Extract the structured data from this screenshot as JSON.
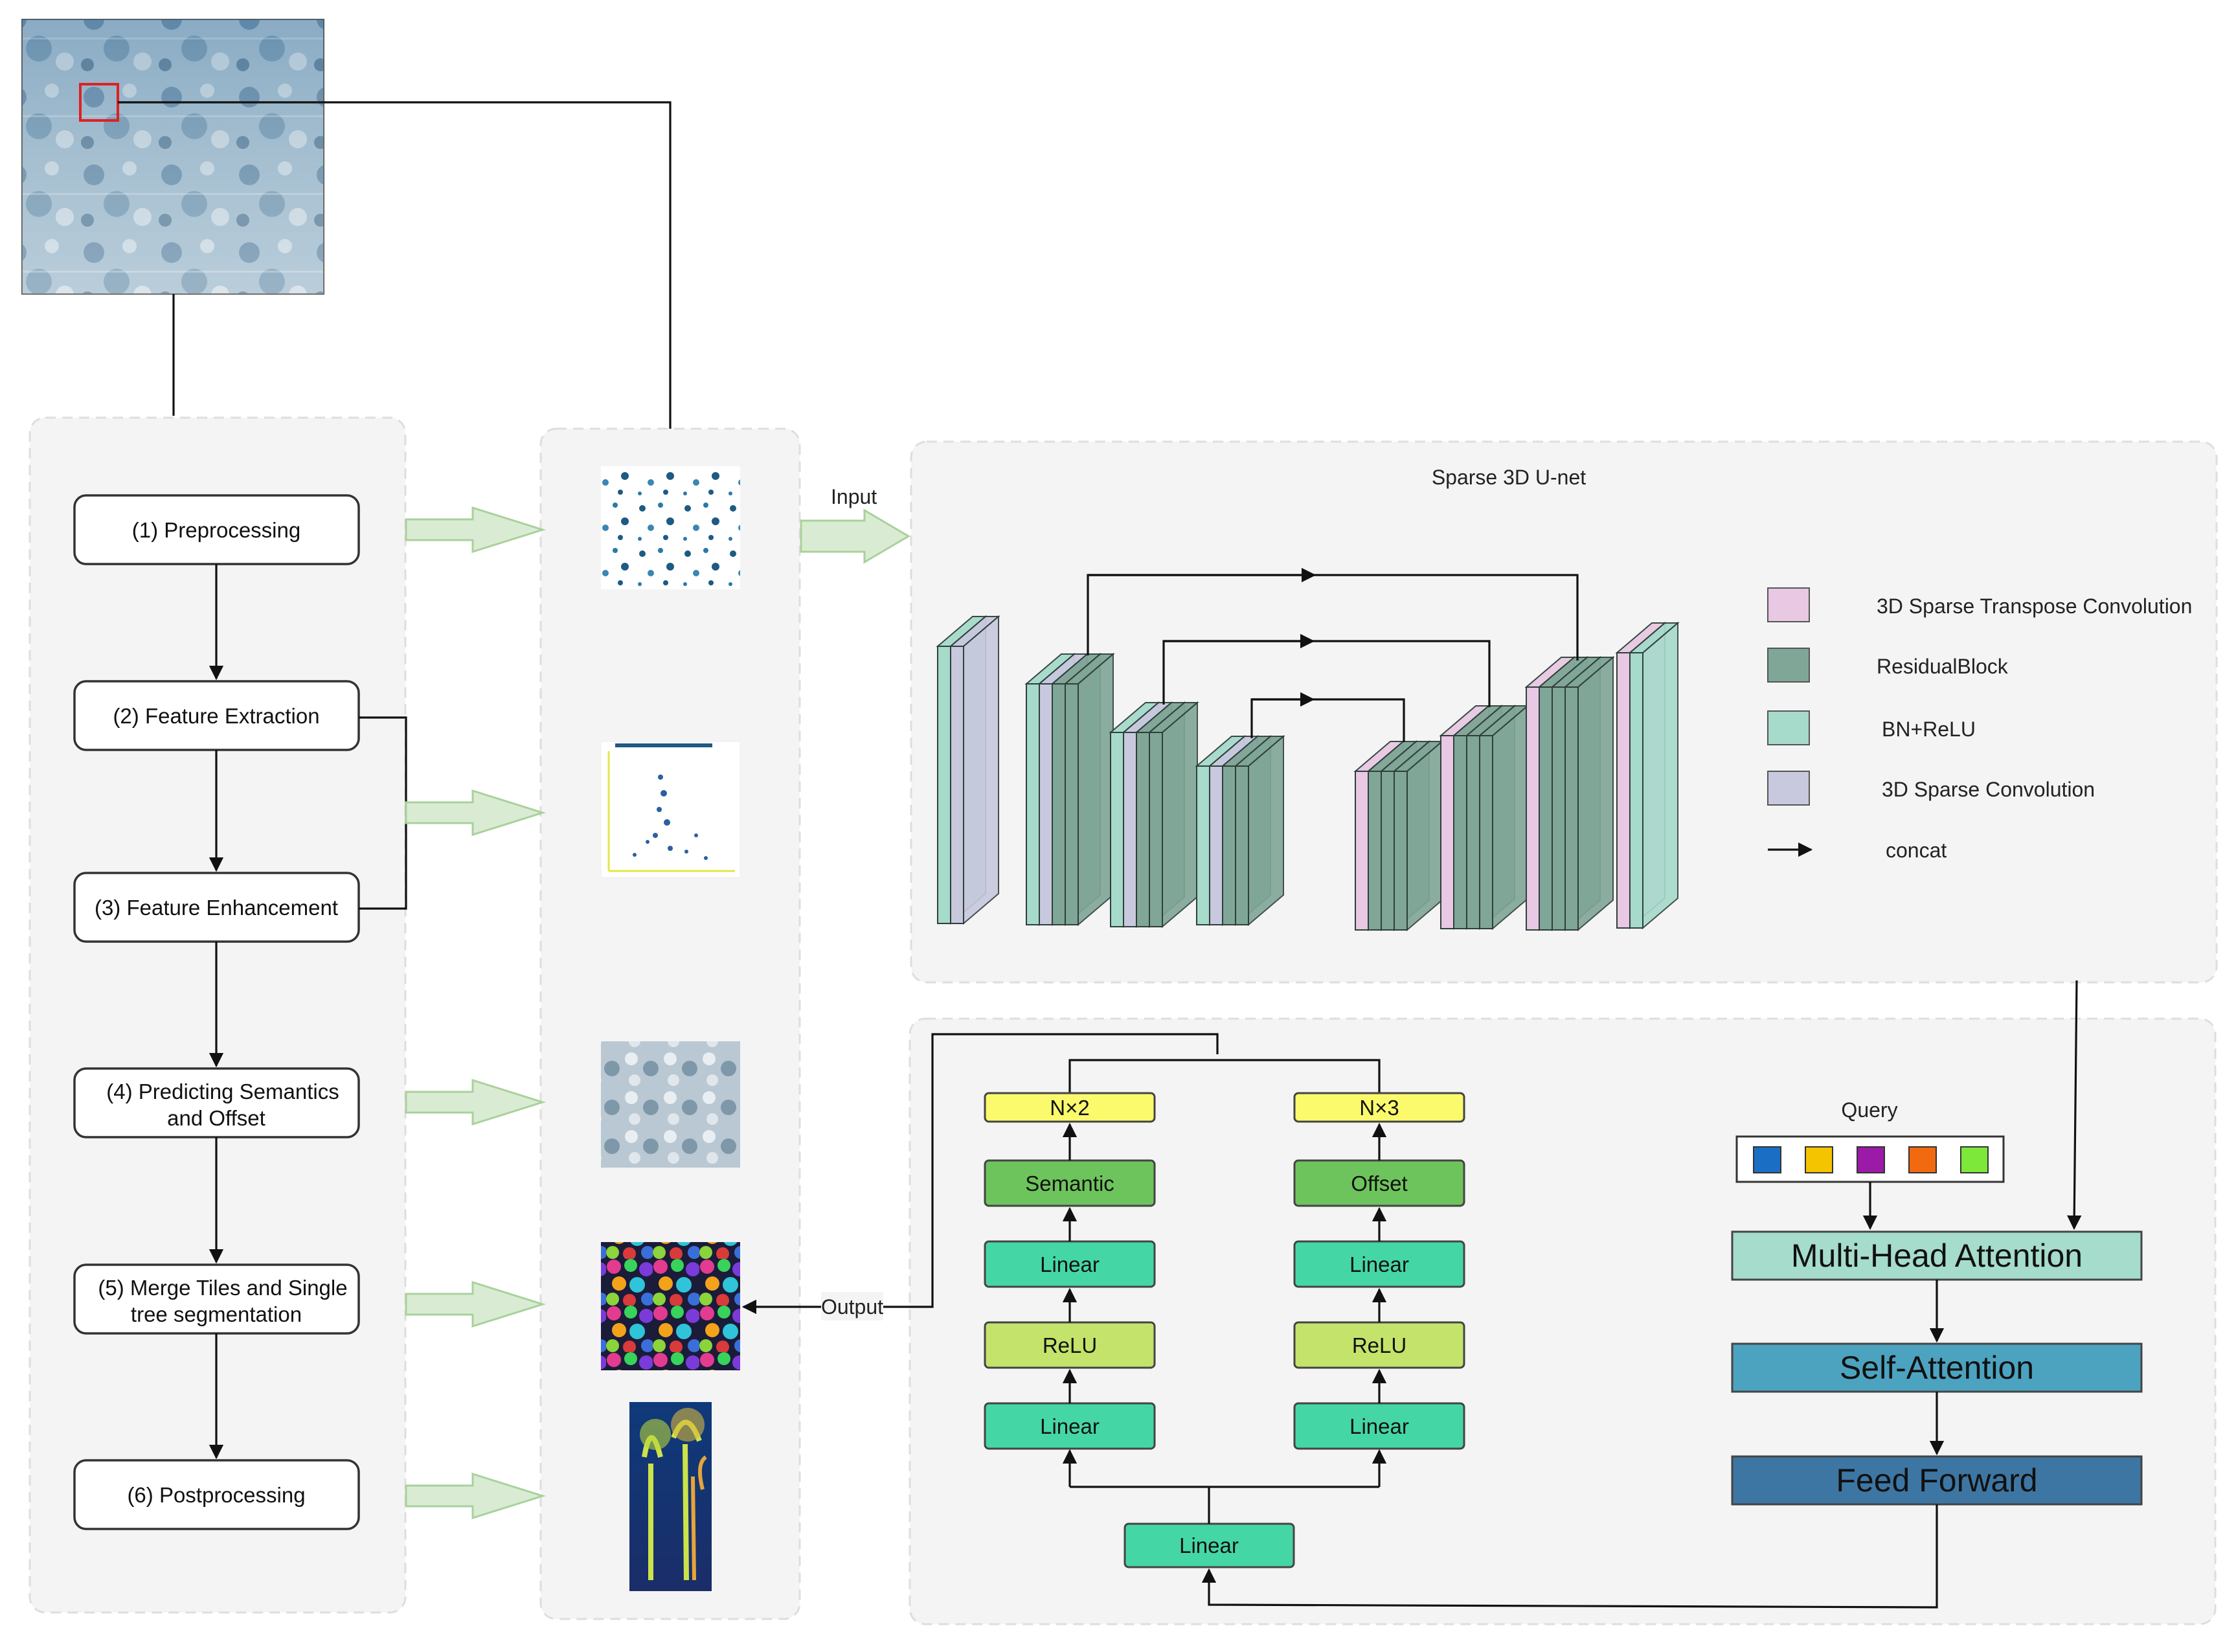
{
  "steps": [
    {
      "num": "(1)",
      "lines": [
        "Preprocessing"
      ]
    },
    {
      "num": "(2)",
      "lines": [
        "Feature Extraction"
      ]
    },
    {
      "num": "(3)",
      "lines": [
        "Feature Enhancement"
      ]
    },
    {
      "num": "(4)",
      "lines": [
        "Predicting Semantics",
        "and Offset"
      ]
    },
    {
      "num": "(5)",
      "lines": [
        "Merge Tiles and Single",
        "tree segmentation"
      ]
    },
    {
      "num": "(6)",
      "lines": [
        "Postprocessing"
      ]
    }
  ],
  "labels": {
    "input": "Input",
    "output": "Output",
    "unet_title": "Sparse 3D U-net",
    "query": "Query"
  },
  "legend": [
    {
      "label": "3D Sparse Transpose Convolution",
      "color": "#e8c8e2"
    },
    {
      "label": "ResidualBlock",
      "color": "#7fa697"
    },
    {
      "label": "BN+ReLU",
      "color": "#a6dacb"
    },
    {
      "label": "3D Sparse Convolution",
      "color": "#c8c8de"
    },
    {
      "label": "concat",
      "color": "#111111"
    }
  ],
  "heads": {
    "semantic": {
      "out": "N×2",
      "name": "Semantic",
      "relu": "ReLU",
      "linear": "Linear"
    },
    "offset": {
      "out": "N×3",
      "name": "Offset",
      "relu": "ReLU",
      "linear": "Linear"
    },
    "shared_linear": "Linear"
  },
  "attention": {
    "mha": "Multi-Head Attention",
    "self": "Self-Attention",
    "ff": "Feed Forward"
  },
  "query_colors": [
    "#1a6fc4",
    "#f5c400",
    "#9b1aa8",
    "#f26a10",
    "#7ee83a"
  ],
  "colors": {
    "yellow_box": "#fbfa6d",
    "semantic_green": "#6ec45c",
    "linear_teal": "#45d6a6",
    "relu_green": "#c4e36a",
    "mha": "#a5dccb",
    "self": "#4ca3c0",
    "ff": "#3d76a3",
    "arrow_fill": "#d9ecd3"
  }
}
